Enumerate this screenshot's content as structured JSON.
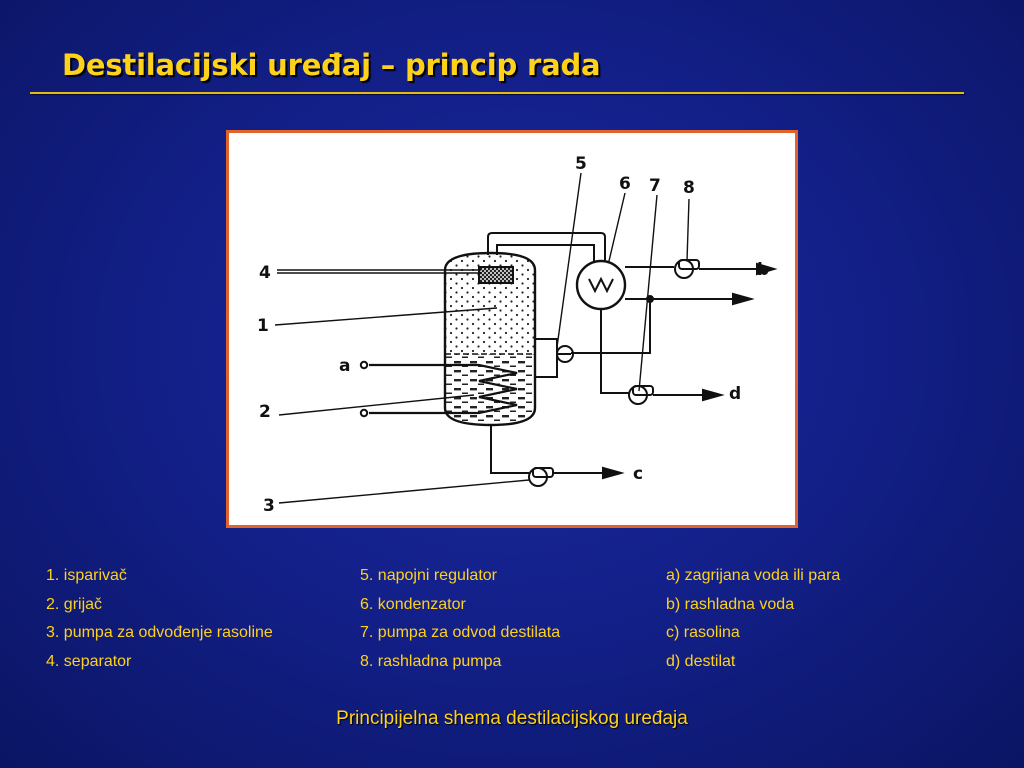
{
  "slide": {
    "title": "Destilacijski uređaj – princip rada",
    "caption": "Principijelna shema destilacijskog uređaja"
  },
  "diagram": {
    "number_labels": [
      "1",
      "2",
      "3",
      "4",
      "5",
      "6",
      "7",
      "8"
    ],
    "letter_labels": [
      "a",
      "b",
      "c",
      "d"
    ]
  },
  "legend": {
    "components": [
      "1. isparivač",
      "2. grijač",
      "3. pumpa za odvođenje rasoline",
      "4. separator",
      "5. napojni regulator",
      "6. kondenzator",
      "7. pumpa za odvod destilata",
      "8. rashladna pumpa"
    ],
    "media": [
      "a) zagrijana voda ili para",
      "b) rashladna voda",
      "c) rasolina",
      "d) destilat"
    ]
  },
  "colors": {
    "background": "#13208a",
    "title": "#ffd21a",
    "frame_border": "#e2622c"
  }
}
